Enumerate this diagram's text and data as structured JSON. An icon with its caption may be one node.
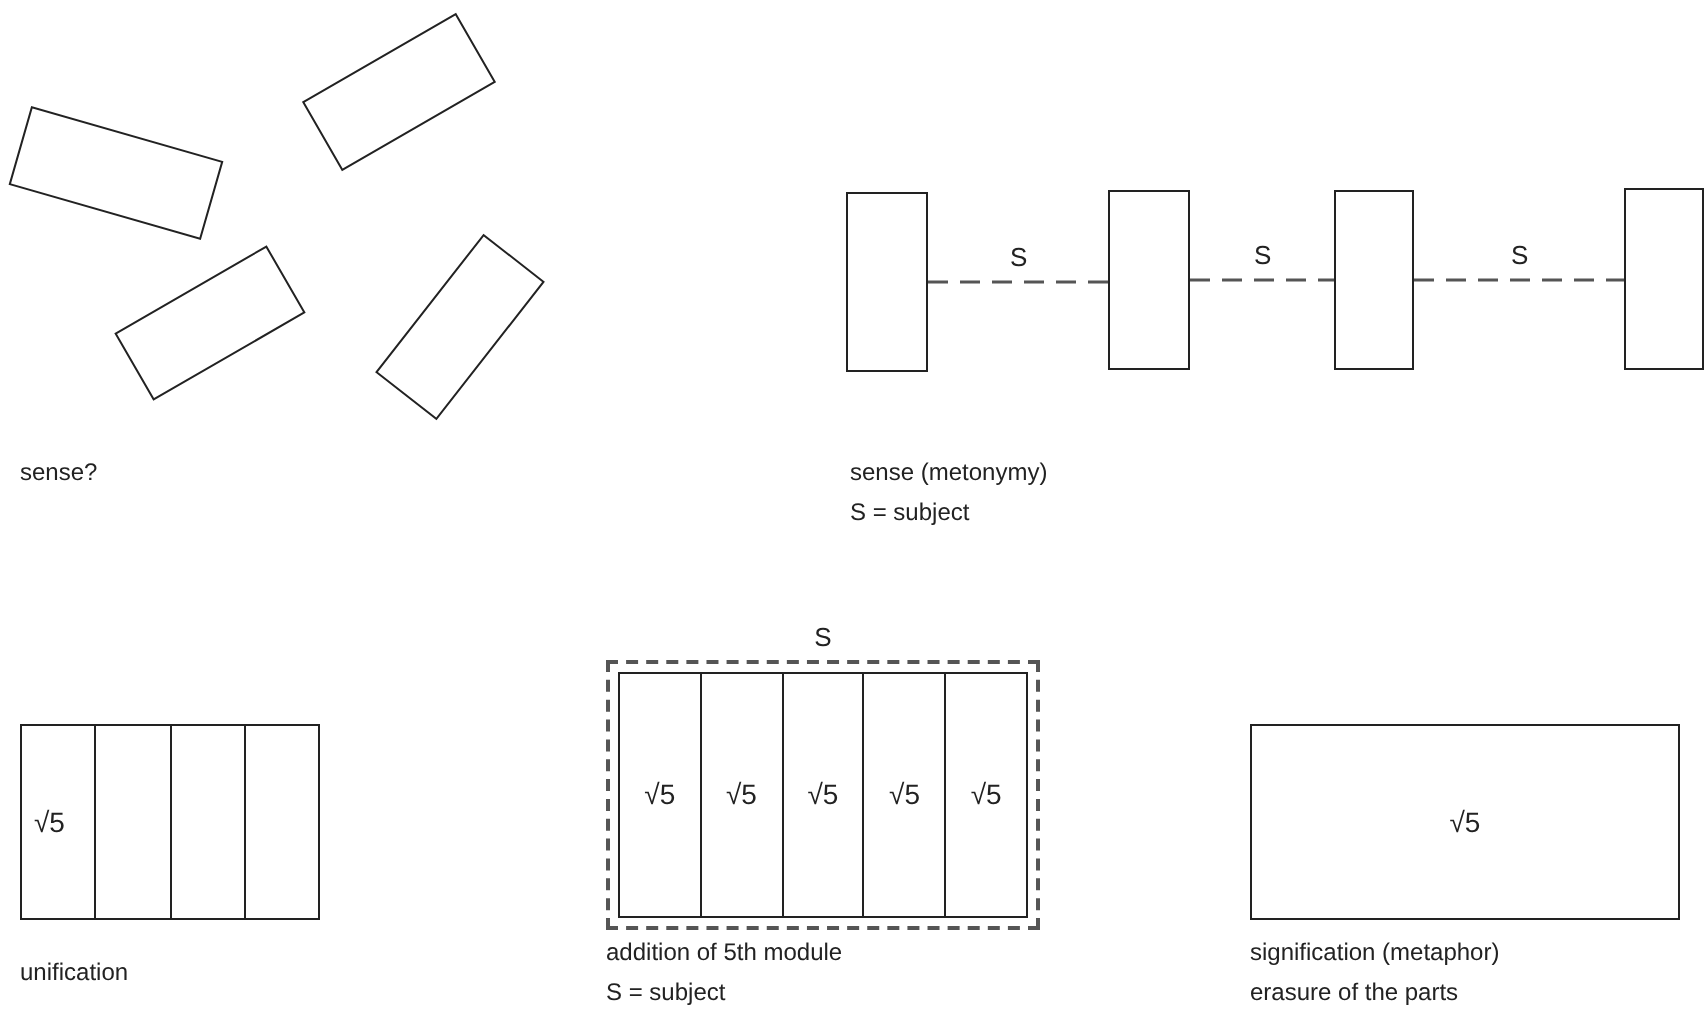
{
  "diagram": {
    "nodes": [
      {
        "text": [],
        "shape": "box"
      },
      {
        "text": [],
        "shape": "box"
      },
      {
        "text": [],
        "shape": "box"
      },
      {
        "text": [],
        "shape": "box"
      },
      {
        "text": [],
        "shape": "box"
      },
      {
        "text": [],
        "shape": "box"
      },
      {
        "text": [],
        "shape": "box"
      },
      {
        "text": [],
        "shape": "box"
      },
      {
        "text": [],
        "shape": "box"
      },
      {
        "text": [
          "√5"
        ],
        "in": 8
      },
      {
        "text": [],
        "shape": "box",
        "in": 8
      },
      {
        "text": [],
        "shape": "box",
        "in": 8
      },
      {
        "text": [],
        "shape": "box",
        "in": 8
      },
      {
        "text": [
          "S"
        ]
      },
      {
        "text": [
          "√5"
        ],
        "in": 13
      },
      {
        "text": [
          "√5"
        ],
        "in": 13
      },
      {
        "text": [
          "√5"
        ],
        "in": 13
      },
      {
        "text": [
          "√5"
        ],
        "in": 13
      },
      {
        "text": [
          "√5"
        ],
        "in": 13
      },
      {
        "text": [
          "√5"
        ]
      }
    ],
    "edges": [
      {
        "from": 4,
        "to": 5,
        "arrow": "none",
        "label": "S",
        "style": "dashed"
      },
      {
        "from": 5,
        "to": 6,
        "arrow": "none",
        "label": "S",
        "style": "dashed"
      },
      {
        "from": 6,
        "to": 7,
        "arrow": "none",
        "label": "S",
        "style": "dashed"
      }
    ],
    "labels": [
      "sense?",
      "sense (metonymy)",
      "S = subject",
      "unification",
      "addition of 5th module",
      "S = subject",
      "signification (metaphor)",
      "erasure of the parts"
    ]
  }
}
